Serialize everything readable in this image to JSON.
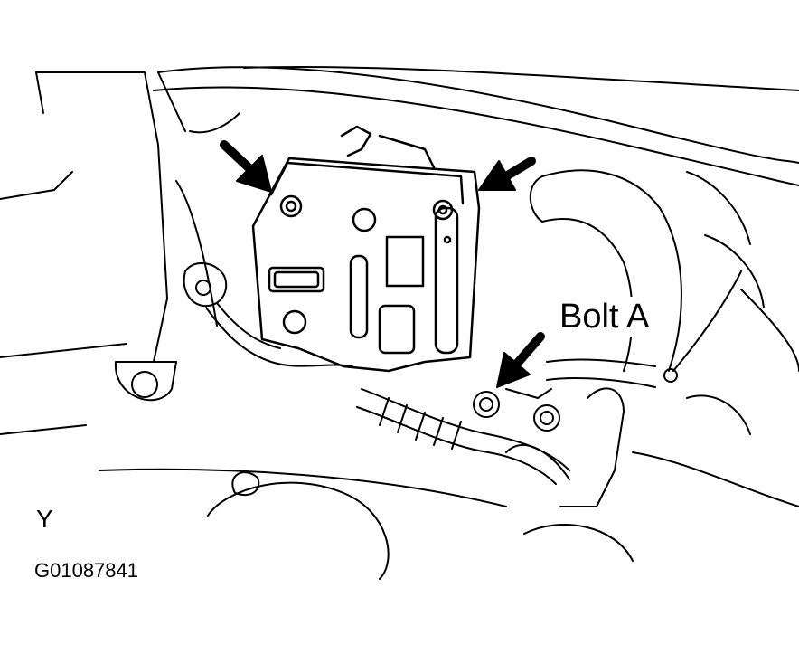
{
  "diagram": {
    "callout_label": "Bolt A",
    "view_label": "Y",
    "figure_code": "G01087841",
    "line_color": "#000000",
    "background_color": "#ffffff",
    "arrow_count": 3
  }
}
